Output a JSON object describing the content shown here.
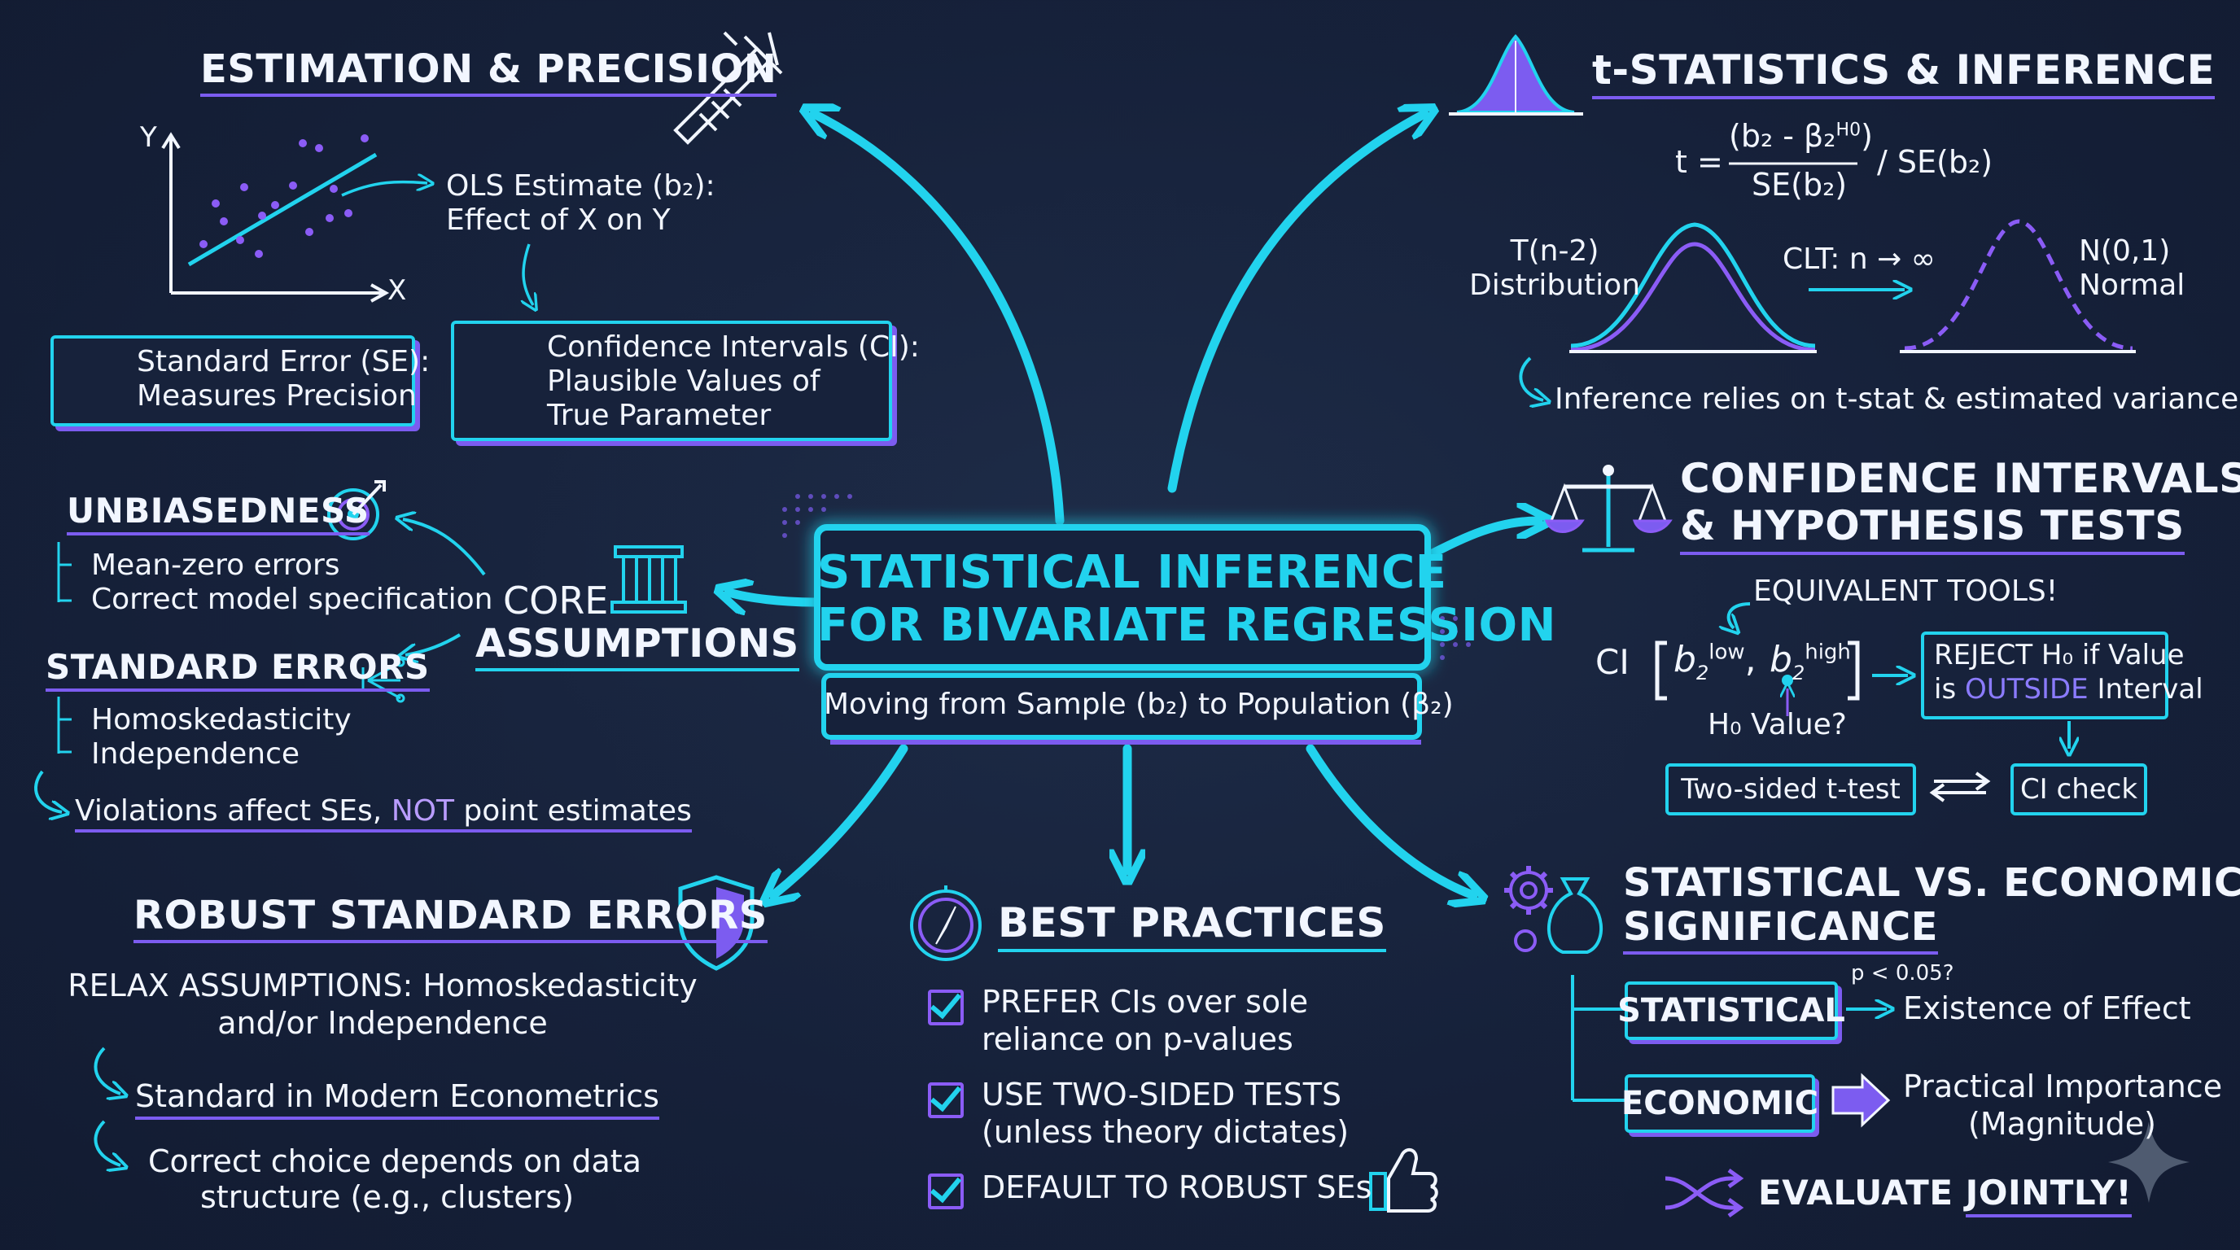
{
  "center": {
    "title_line1": "STATISTICAL INFERENCE",
    "title_line2": "FOR BIVARIATE REGRESSION",
    "subtitle": "Moving from Sample (b₂) to Population (β₂)"
  },
  "estimation": {
    "title": "ESTIMATION & PRECISION",
    "axis_y": "Y",
    "axis_x": "X",
    "ols_line1": "OLS Estimate (b₂):",
    "ols_line2": "Effect of X on Y",
    "se_line1": "Standard Error (SE):",
    "se_line2": "Measures Precision",
    "ci_line1": "Confidence Intervals (CI):",
    "ci_line2": "Plausible Values of",
    "ci_line3": "True Parameter"
  },
  "core": {
    "title_line1": "CORE",
    "title_line2": "ASSUMPTIONS",
    "unbiased_title": "UNBIASEDNESS",
    "unbiased_items": [
      "Mean-zero errors",
      "Correct model specification"
    ],
    "se_title": "STANDARD ERRORS",
    "se_items": [
      "Homoskedasticity",
      "Independence"
    ],
    "violations_pre": "Violations affect SEs, ",
    "violations_not": "NOT",
    "violations_post": " point estimates"
  },
  "robust": {
    "title": "ROBUST STANDARD ERRORS",
    "relax_line1": "RELAX ASSUMPTIONS: Homoskedasticity",
    "relax_line2": "and/or Independence",
    "standard": "Standard in Modern Econometrics",
    "choice_line1": "Correct choice depends on data",
    "choice_line2": "structure (e.g., clusters)"
  },
  "best": {
    "title": "BEST PRACTICES",
    "items": [
      {
        "line1": "PREFER CIs over sole",
        "line2": "reliance on p-values"
      },
      {
        "line1": "USE TWO-SIDED TESTS",
        "line2": "(unless theory dictates)"
      },
      {
        "line1": "DEFAULT TO ROBUST SEs",
        "line2": ""
      }
    ]
  },
  "tstat": {
    "title": "t-STATISTICS & INFERENCE",
    "formula_t": "t =",
    "formula_num": "(b₂ - β₂",
    "formula_sup": "H0",
    "formula_num_close": ")",
    "formula_den": "SE(b₂)",
    "formula_tail": "/ SE(b₂)",
    "tdist_line1": "T(n-2)",
    "tdist_line2": "Distribution",
    "clt": "CLT: n → ∞",
    "normal_line1": "N(0,1)",
    "normal_line2": "Normal",
    "inference": "Inference relies on t-stat & estimated variance"
  },
  "ci_tests": {
    "title_line1": "CONFIDENCE INTERVALS",
    "title_line2": "& HYPOTHESIS TESTS",
    "equivalent": "EQUIVALENT TOOLS!",
    "ci_label": "CI",
    "b_low": "b",
    "low_sup": "low",
    "b_high": "b",
    "high_sup": "high",
    "sub2": "2",
    "h0_value": "H₀ Value?",
    "reject_line1": "REJECT H₀ if Value",
    "reject_pre": "is ",
    "reject_outside": "OUTSIDE",
    "reject_post": " Interval",
    "two_sided": "Two-sided t-test",
    "ci_check": "CI check"
  },
  "significance": {
    "title_line1": "STATISTICAL VS. ECONOMIC",
    "title_line2": "SIGNIFICANCE",
    "p_value": "p < 0.05?",
    "statistical": "STATISTICAL",
    "existence": "Existence of Effect",
    "economic": "ECONOMIC",
    "practical_line1": "Practical Importance",
    "practical_line2": "(Magnitude)",
    "evaluate_pre": "EVALUATE ",
    "evaluate_jointly": "JOINTLY!"
  },
  "colors": {
    "cyan": "#22d3ee",
    "purple": "#7c5cf0",
    "background": "#16213a",
    "text": "#f2f6ff"
  }
}
